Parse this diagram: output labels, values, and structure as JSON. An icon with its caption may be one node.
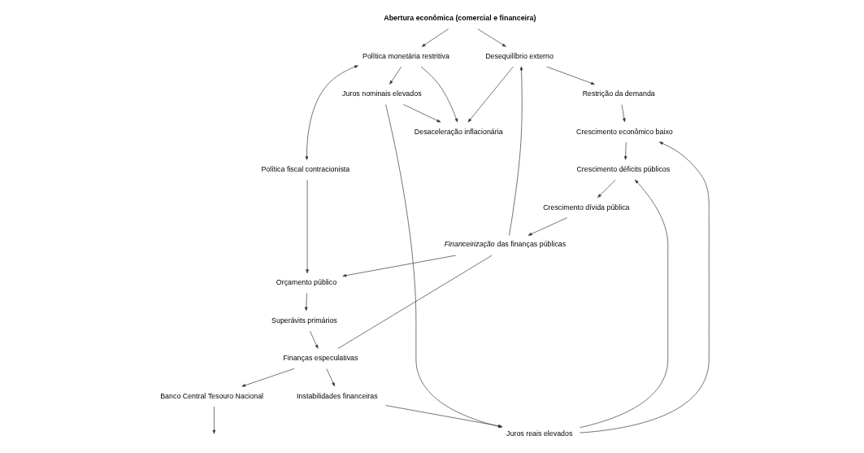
{
  "diagram": {
    "nodes": [
      {
        "text": [
          "Abertura econômica (comercial e financeira)"
        ]
      },
      {
        "text": [
          "Banco Central Tesouro Nacional"
        ]
      },
      {
        "text": [
          "Desequilíbrio externo"
        ]
      },
      {
        "text": [
          "Política monetária restritiva"
        ]
      },
      {
        "text": [
          "Política fiscal contracionista"
        ]
      },
      {
        "text": [
          "Restrição da demanda"
        ]
      },
      {
        "text": [
          "Desaceleração inflacionária"
        ]
      },
      {
        "text": [
          "Juros nominais elevados"
        ]
      },
      {
        "text": [
          "Crescimento econômico baixo"
        ]
      },
      {
        "text": [
          "Juros reais elevados"
        ]
      },
      {
        "text": [
          "Instabilidades financeiras"
        ]
      },
      {
        "text": [
          "Crescimento déficits públicos"
        ]
      },
      {
        "text": [
          "Crescimento dívida pública"
        ]
      },
      {
        "text": [
          "*Financeirização* das finanças públicas"
        ]
      },
      {
        "text": [
          "Orçamento público"
        ]
      },
      {
        "text": [
          "Finanças especulativas"
        ]
      },
      {
        "text": [
          "Superávits primários"
        ]
      }
    ],
    "edges": [
      {
        "from": 0,
        "to": 2,
        "arrow": "to"
      },
      {
        "from": 0,
        "to": 3,
        "arrow": "to"
      },
      {
        "from": 15,
        "to": 1,
        "arrow": "to"
      },
      {
        "from": 1,
        "to": null,
        "arrow": "to"
      },
      {
        "from": 3,
        "to": 4,
        "arrow": "both"
      },
      {
        "from": 2,
        "to": 6,
        "arrow": "to"
      },
      {
        "from": 3,
        "to": 6,
        "arrow": "to"
      },
      {
        "from": 3,
        "to": 7,
        "arrow": "to"
      },
      {
        "from": 7,
        "to": 6,
        "arrow": "to"
      },
      {
        "from": 7,
        "to": 9,
        "arrow": "to"
      },
      {
        "from": 2,
        "to": 5,
        "arrow": "to"
      },
      {
        "from": 5,
        "to": 8,
        "arrow": "to"
      },
      {
        "from": 9,
        "to": 8,
        "arrow": "to"
      },
      {
        "from": 9,
        "to": 11,
        "arrow": "to"
      },
      {
        "from": 8,
        "to": 11,
        "arrow": "to"
      },
      {
        "from": 11,
        "to": 12,
        "arrow": "to"
      },
      {
        "from": 12,
        "to": 13,
        "arrow": "to"
      },
      {
        "from": 10,
        "to": 9,
        "arrow": "to"
      },
      {
        "from": 13,
        "to": 2,
        "arrow": "to"
      },
      {
        "from": 13,
        "to": 15,
        "arrow": "none"
      },
      {
        "from": 13,
        "to": 14,
        "arrow": "to"
      },
      {
        "from": 4,
        "to": 14,
        "arrow": "to"
      },
      {
        "from": 14,
        "to": 16,
        "arrow": "to"
      },
      {
        "from": 15,
        "to": 10,
        "arrow": "to"
      },
      {
        "from": 16,
        "to": 15,
        "arrow": "to"
      }
    ]
  }
}
